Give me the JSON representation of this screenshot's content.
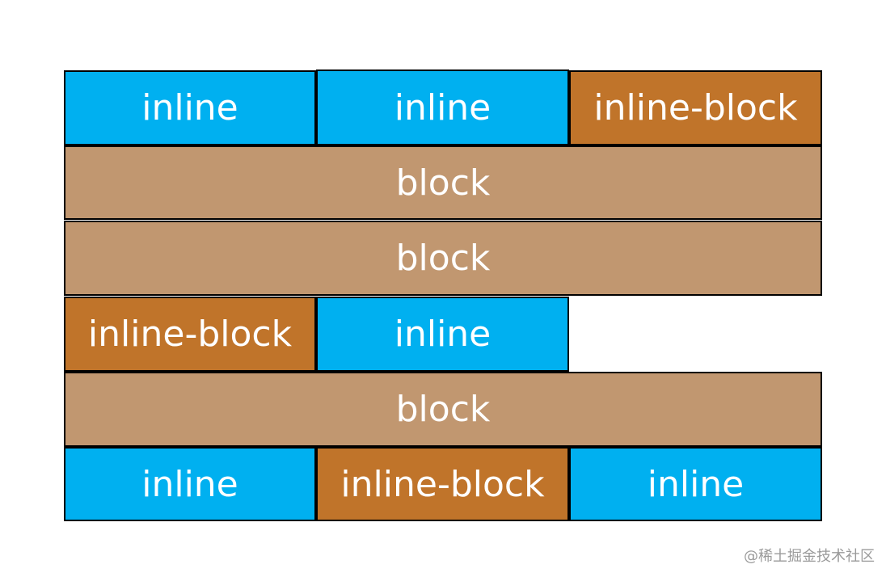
{
  "rows": [
    {
      "cells": [
        {
          "label": "inline",
          "kind": "inline"
        },
        {
          "label": "inline",
          "kind": "inline"
        },
        {
          "label": "inline-block",
          "kind": "inline-block"
        }
      ]
    },
    {
      "cells": [
        {
          "label": "block",
          "kind": "block"
        }
      ]
    },
    {
      "cells": [
        {
          "label": "block",
          "kind": "block"
        }
      ]
    },
    {
      "cells": [
        {
          "label": "inline-block",
          "kind": "inline-block"
        },
        {
          "label": "inline",
          "kind": "inline"
        }
      ]
    },
    {
      "cells": [
        {
          "label": "block",
          "kind": "block"
        }
      ]
    },
    {
      "cells": [
        {
          "label": "inline",
          "kind": "inline"
        },
        {
          "label": "inline-block",
          "kind": "inline-block"
        },
        {
          "label": "inline",
          "kind": "inline"
        }
      ]
    }
  ],
  "colors": {
    "inline": "#00b0f0",
    "inline-block": "#c0742a",
    "block": "#c19770",
    "border": "#000000",
    "text": "#ffffff"
  },
  "watermark": "@稀土掘金技术社区"
}
